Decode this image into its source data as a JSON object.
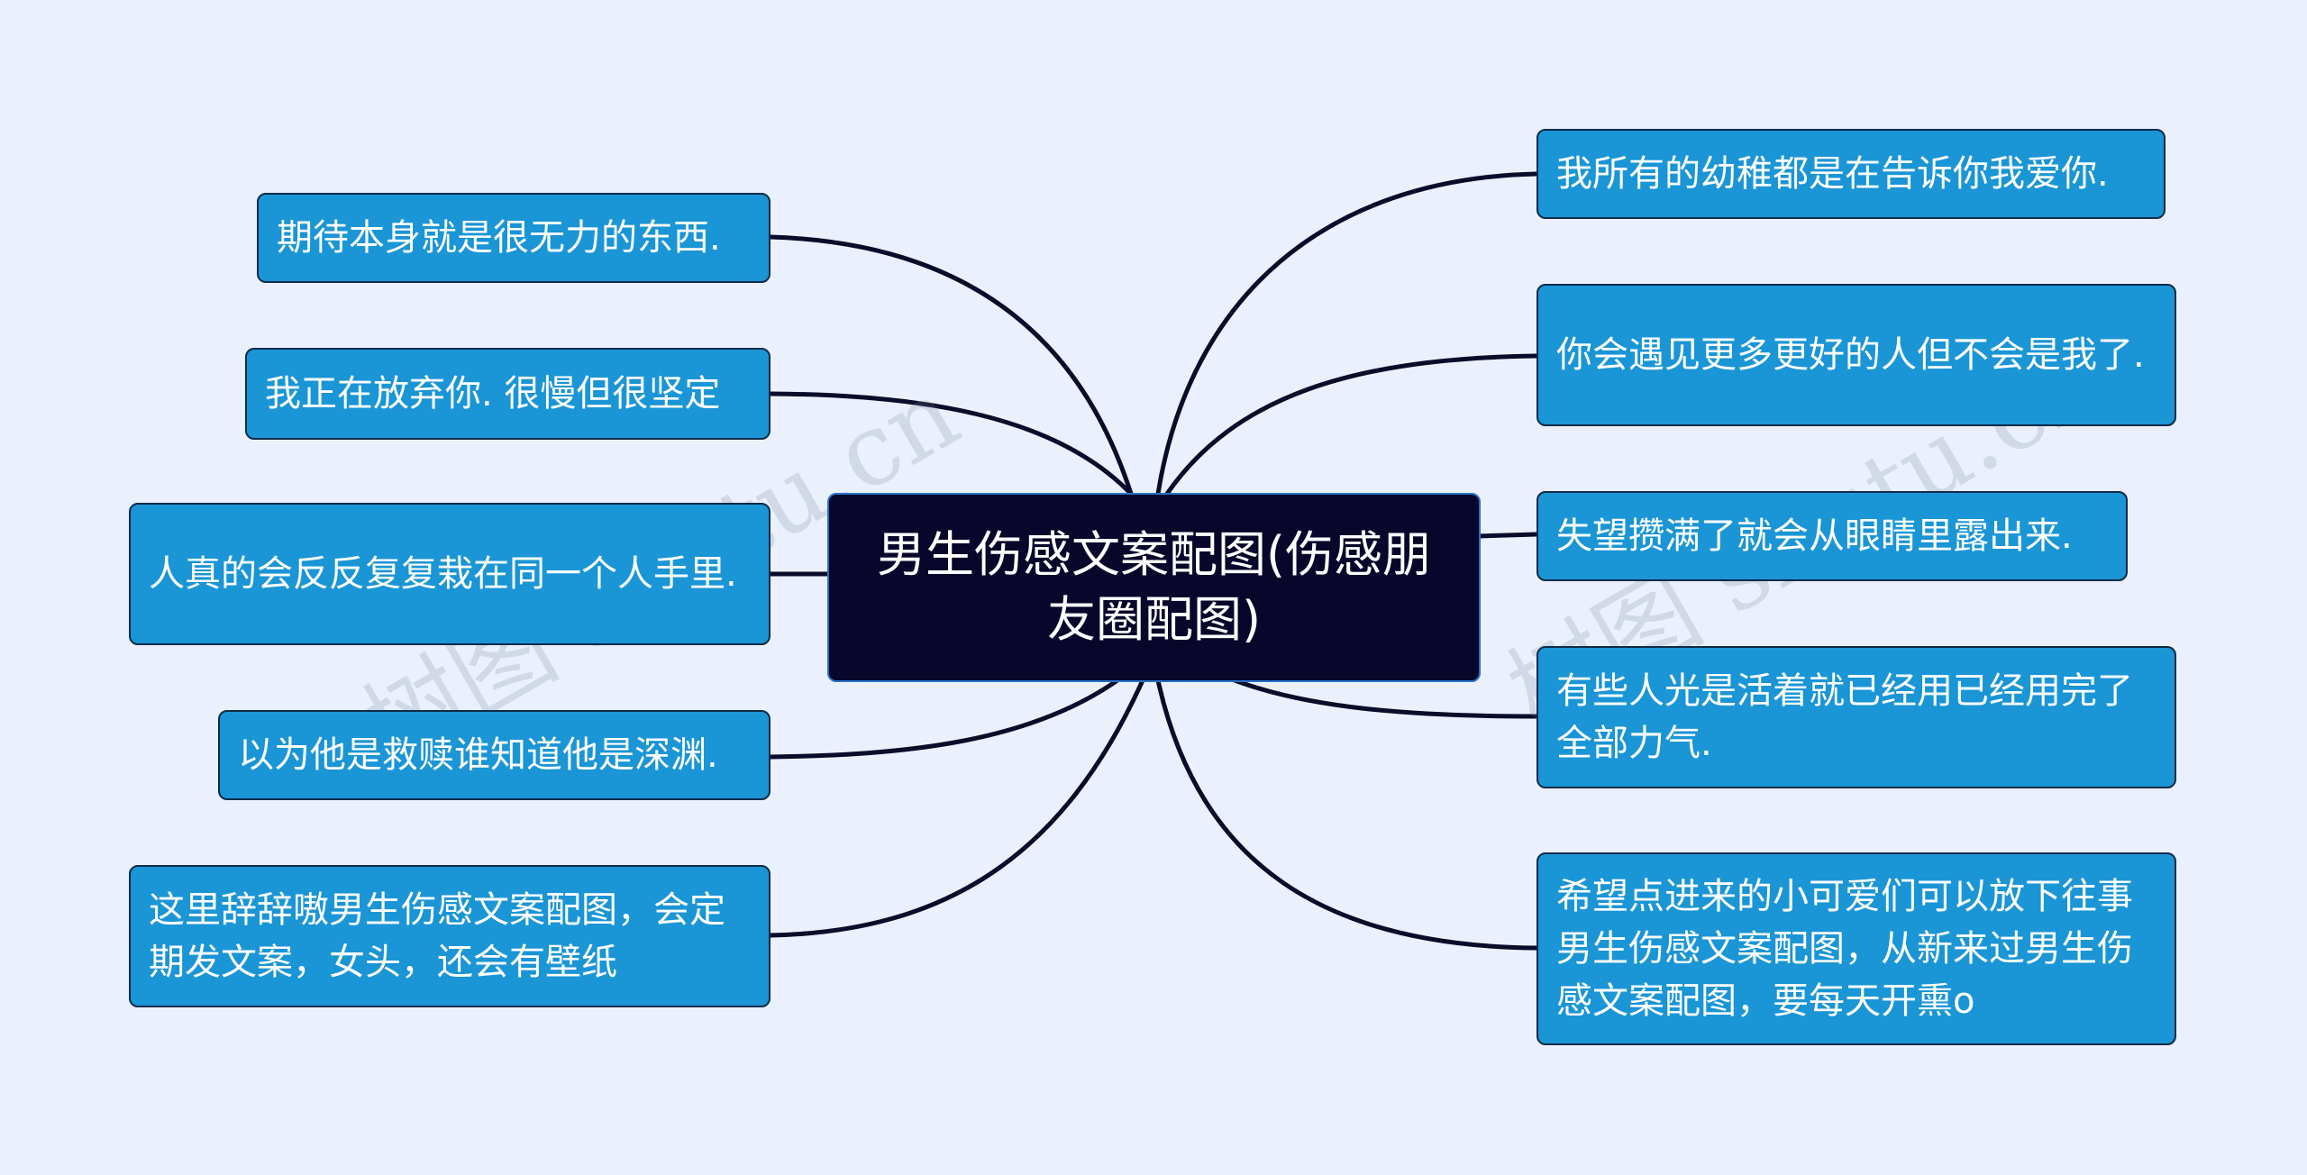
{
  "center": {
    "label": "男生伤感文案配图(伤感朋友圈配图)"
  },
  "left_nodes": [
    "期待本身就是很无力的东西.",
    "我正在放弃你. 很慢但很坚定",
    "人真的会反反复复栽在同一个人手里.",
    "以为他是救赎谁知道他是深渊.",
    "这里辞辞嗷男生伤感文案配图，会定期发文案，女头，还会有壁纸"
  ],
  "right_nodes": [
    "我所有的幼稚都是在告诉你我爱你.",
    "你会遇见更多更好的人但不会是我了.",
    "失望攒满了就会从眼睛里露出来.",
    "有些人光是活着就已经用已经用完了全部力气.",
    "希望点进来的小可爱们可以放下往事男生伤感文案配图，从新来过男生伤感文案配图，要每天开熏o"
  ],
  "watermarks": [
    "树图 shutu.cn",
    "树图 shutu.cn"
  ],
  "colors": {
    "background": "#eaf1fc",
    "node_fill": "#1a95d6",
    "center_fill": "#08062a",
    "link": "#0b0b2a"
  }
}
